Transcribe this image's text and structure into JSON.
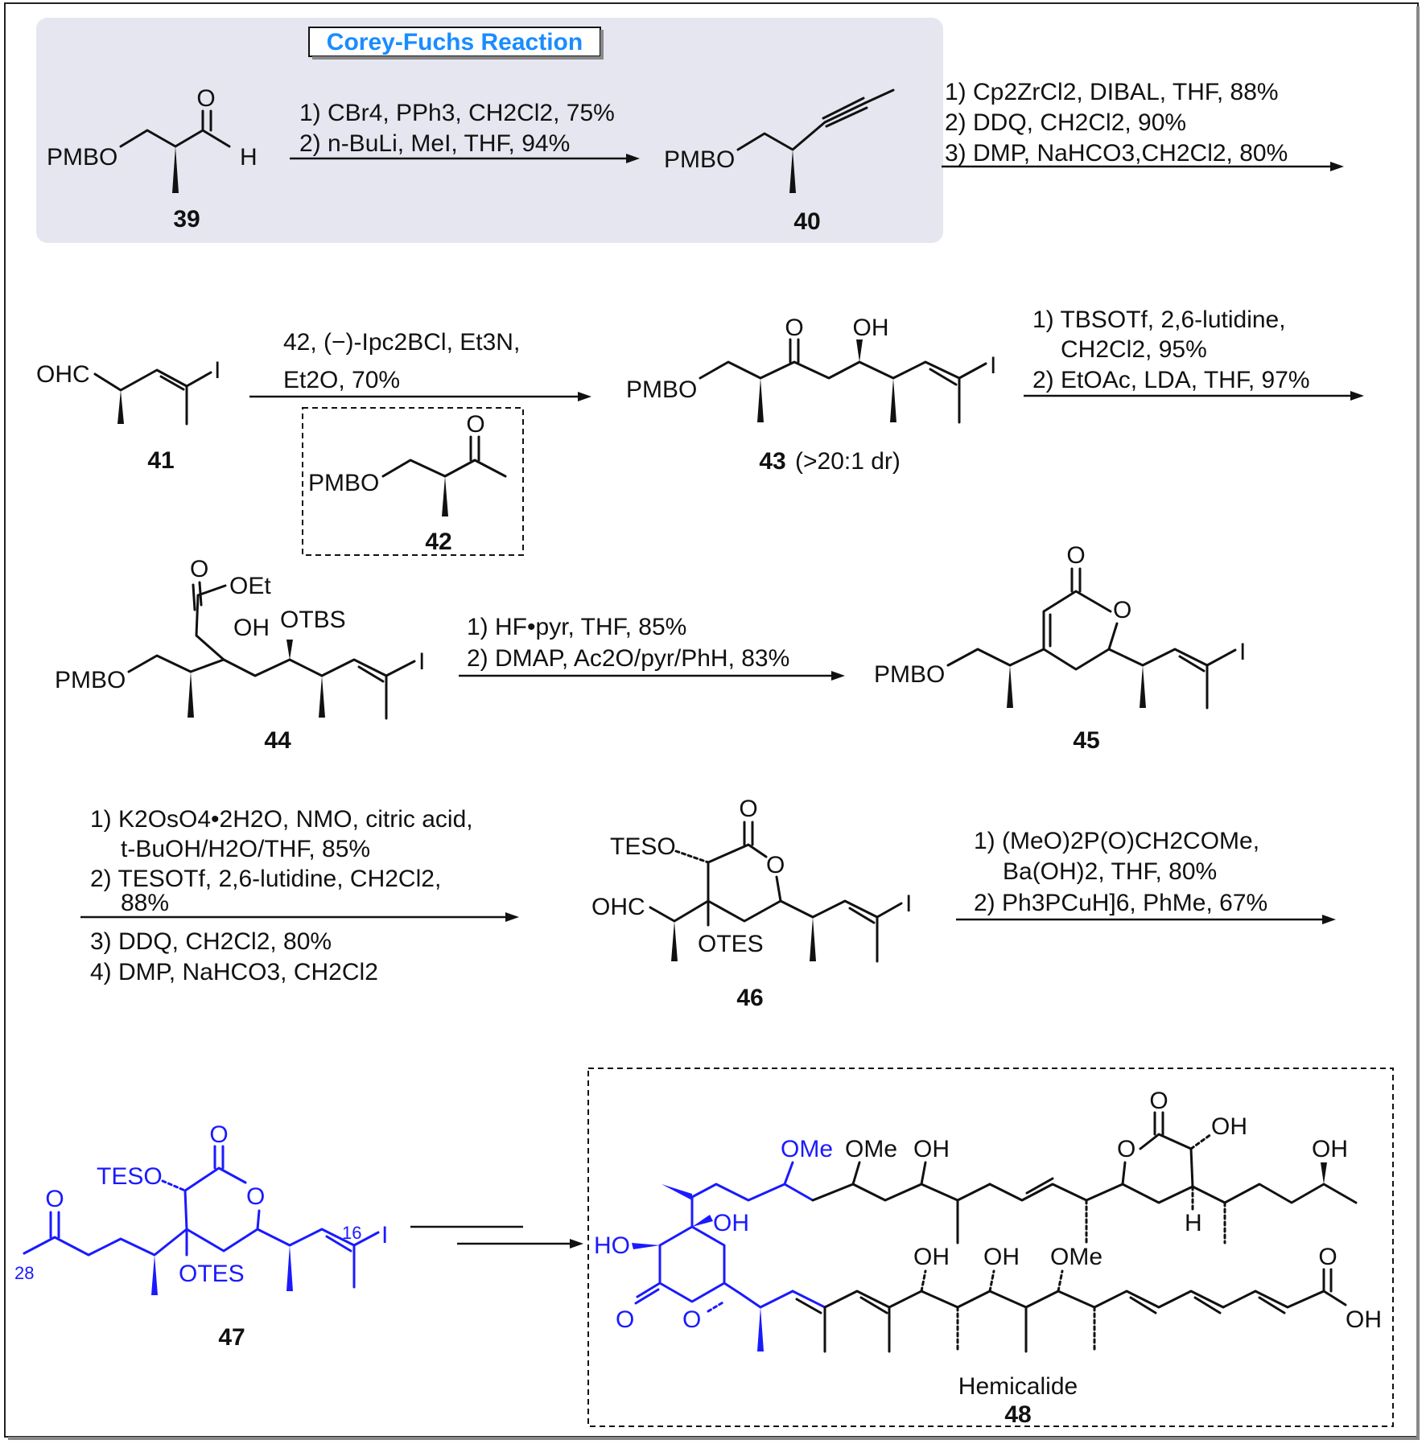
{
  "title_box": "Corey-Fuchs Reaction",
  "colors": {
    "highlight_blue": "#1a1aff",
    "title_blue": "#1a8cff",
    "shade_box": "#e6e6f0",
    "ink": "#111111"
  },
  "compounds": {
    "c39": "39",
    "c40": "40",
    "c41": "41",
    "c42": "42",
    "c43": "43",
    "c43_dr": "(>20:1 dr)",
    "c44": "44",
    "c45": "45",
    "c46": "46",
    "c47": "47",
    "c48": "48",
    "c48_name": "Hemicalide"
  },
  "steps": {
    "s1": [
      "1) CBr4, PPh3, CH2Cl2, 75%",
      "2) n-BuLi, MeI, THF, 94%"
    ],
    "s2": [
      "1) Cp2ZrCl2, DIBAL, THF, 88%",
      "2) DDQ, CH2Cl2, 90%",
      "3) DMP, NaHCO3,CH2Cl2, 80%"
    ],
    "s3": [
      "42, (−)-Ipc2BCl, Et3N,",
      "Et2O, 70%"
    ],
    "s4": [
      "1) TBSOTf, 2,6-lutidine,",
      "CH2Cl2, 95%",
      "2) EtOAc, LDA, THF, 97%"
    ],
    "s5": [
      "1) HF•pyr, THF, 85%",
      "2) DMAP, Ac2O/pyr/PhH, 83%"
    ],
    "s6": [
      "1) K2OsO4•2H2O, NMO, citric acid,",
      "t-BuOH/H2O/THF, 85%",
      "2) TESOTf, 2,6-lutidine, CH2Cl2,",
      "88%",
      "3) DDQ, CH2Cl2, 80%",
      "4) DMP, NaHCO3, CH2Cl2"
    ],
    "s7": [
      "1) (MeO)2P(O)CH2COMe,",
      "Ba(OH)2, THF, 80%",
      "2) Ph3PCuH]6, PhMe, 67%"
    ]
  },
  "atom_labels": {
    "PMBO": "PMBO",
    "O": "O",
    "H": "H",
    "OHC": "OHC",
    "I": "I",
    "OH": "OH",
    "OEt": "OEt",
    "OTBS": "OTBS",
    "TESO": "TESO",
    "OTES": "OTES",
    "OMe": "OMe",
    "HO": "HO",
    "n16": "16",
    "n28": "28"
  }
}
